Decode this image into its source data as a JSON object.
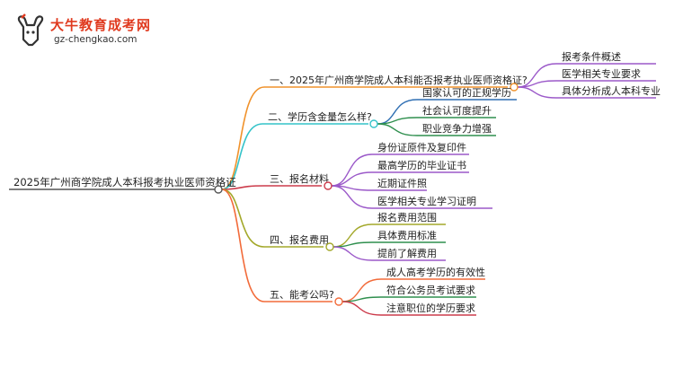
{
  "logo": {
    "title": "大牛教育成考网",
    "url": "gz-chengkao.com"
  },
  "root": {
    "label": "2025年广州商学院成人本科报考执业医师资格证"
  },
  "branches": [
    {
      "label": "一、2025年广州商学院成人本科能否报考执业医师资格证?",
      "color": "#f0922b",
      "children": [
        "报考条件概述",
        "医学相关专业要求",
        "具体分析成人本科专业"
      ]
    },
    {
      "label": "二、学历含金量怎么样?",
      "color": "#34c3c9",
      "children": [
        "国家认可的正规学历",
        "社会认可度提升",
        "职业竞争力增强"
      ]
    },
    {
      "label": "三、报名材料",
      "color": "#cc3b4b",
      "children": [
        "身份证原件及复印件",
        "最高学历的毕业证书",
        "近期证件照",
        "医学相关专业学习证明"
      ]
    },
    {
      "label": "四、报名费用",
      "color": "#a3a82a",
      "children": [
        "报名费用范围",
        "具体费用标准",
        "提前了解费用"
      ]
    },
    {
      "label": "五、能考公吗?",
      "color": "#f26b3a",
      "children": [
        "成人高考学历的有效性",
        "符合公务员考试要求",
        "注意职位的学历要求"
      ]
    }
  ],
  "child_colors": [
    [
      "#9b59c9",
      "#9b59c9",
      "#9b59c9"
    ],
    [
      "#2f6fb3",
      "#2f8f4e",
      "#2f8f4e"
    ],
    [
      "#9b59c9",
      "#9b59c9",
      "#9b59c9",
      "#9b59c9"
    ],
    [
      "#a3a82a",
      "#2f8f4e",
      "#9b59c9"
    ],
    [
      "#f26b3a",
      "#2f8f4e",
      "#cc3b4b"
    ]
  ],
  "root_color": "#555555"
}
